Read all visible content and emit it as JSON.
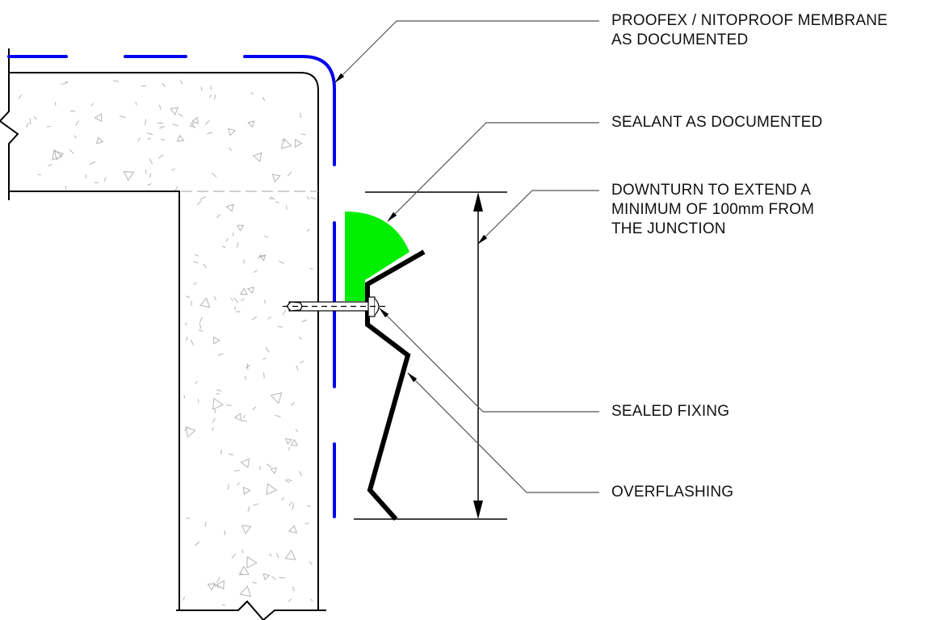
{
  "title": "Overflashing downturn detail at slab edge",
  "colors": {
    "membrane": "#0000ee",
    "sealant": "#00ee00",
    "outline": "#000000",
    "leader": "#555555",
    "hatch": "#b4b4b4"
  },
  "annotations": [
    {
      "id": "membrane",
      "lines": [
        "PROOFEX / NITOPROOF MEMBRANE",
        "AS DOCUMENTED"
      ]
    },
    {
      "id": "sealant",
      "lines": [
        "SEALANT AS DOCUMENTED"
      ]
    },
    {
      "id": "downturn",
      "lines": [
        "DOWNTURN TO EXTEND A",
        "MINIMUM OF 100mm FROM",
        "THE JUNCTION"
      ]
    },
    {
      "id": "fixing",
      "lines": [
        "SEALED FIXING"
      ]
    },
    {
      "id": "overflashing",
      "lines": [
        "OVERFLASHING"
      ]
    }
  ],
  "components": [
    {
      "name": "concrete-slab",
      "material": "concrete"
    },
    {
      "name": "concrete-upstand-wall",
      "material": "concrete"
    },
    {
      "name": "waterproof-membrane",
      "material": "Proofex / Nitoproof"
    },
    {
      "name": "sealant-bead",
      "material": "sealant"
    },
    {
      "name": "sealed-fixing",
      "material": "fixing"
    },
    {
      "name": "overflashing",
      "material": "metal flashing"
    }
  ],
  "dimension": {
    "label": "min. 100mm downturn"
  }
}
